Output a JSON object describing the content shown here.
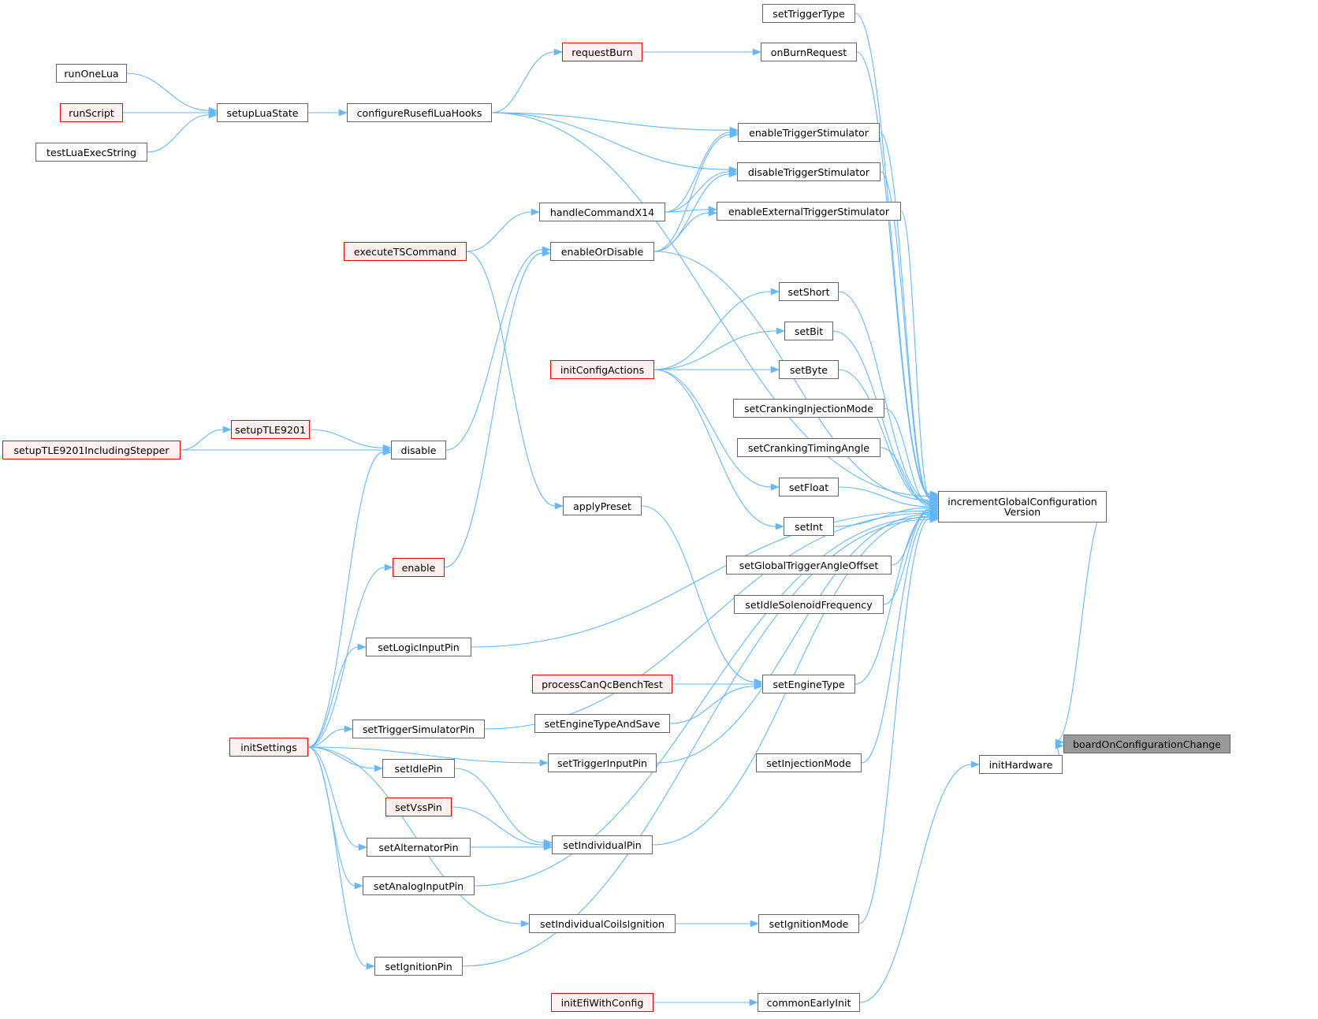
{
  "colors": {
    "edge": "#63b8ff",
    "node_border": "#666666",
    "truncated_border": "#ff0000",
    "truncated_fill": "#fff0f0",
    "focus_fill": "#999999"
  },
  "nodes": [
    {
      "id": "boardOnConfigurationChange",
      "label": "boardOnConfigurationChange",
      "style": "focus"
    },
    {
      "id": "incrementGlobalConfigurationVersion",
      "label": "incrementGlobalConfiguration\nVersion",
      "style": "normal"
    },
    {
      "id": "initHardware",
      "label": "initHardware",
      "style": "normal"
    },
    {
      "id": "commonEarlyInit",
      "label": "commonEarlyInit",
      "style": "normal"
    },
    {
      "id": "initEfiWithConfig",
      "label": "initEfiWithConfig",
      "style": "truncated"
    },
    {
      "id": "setTriggerType",
      "label": "setTriggerType",
      "style": "normal"
    },
    {
      "id": "onBurnRequest",
      "label": "onBurnRequest",
      "style": "normal"
    },
    {
      "id": "requestBurn",
      "label": "requestBurn",
      "style": "truncated"
    },
    {
      "id": "configureRusefiLuaHooks",
      "label": "configureRusefiLuaHooks",
      "style": "normal"
    },
    {
      "id": "setupLuaState",
      "label": "setupLuaState",
      "style": "normal"
    },
    {
      "id": "runOneLua",
      "label": "runOneLua",
      "style": "normal"
    },
    {
      "id": "runScript",
      "label": "runScript",
      "style": "truncated"
    },
    {
      "id": "testLuaExecString",
      "label": "testLuaExecString",
      "style": "normal"
    },
    {
      "id": "enableTriggerStimulator",
      "label": "enableTriggerStimulator",
      "style": "normal"
    },
    {
      "id": "disableTriggerStimulator",
      "label": "disableTriggerStimulator",
      "style": "normal"
    },
    {
      "id": "enableExternalTriggerStimulator",
      "label": "enableExternalTriggerStimulator",
      "style": "normal"
    },
    {
      "id": "handleCommandX14",
      "label": "handleCommandX14",
      "style": "normal"
    },
    {
      "id": "executeTSCommand",
      "label": "executeTSCommand",
      "style": "truncated"
    },
    {
      "id": "enableOrDisable",
      "label": "enableOrDisable",
      "style": "normal"
    },
    {
      "id": "setShort",
      "label": "setShort",
      "style": "normal"
    },
    {
      "id": "setBit",
      "label": "setBit",
      "style": "normal"
    },
    {
      "id": "setByte",
      "label": "setByte",
      "style": "normal"
    },
    {
      "id": "initConfigActions",
      "label": "initConfigActions",
      "style": "truncated"
    },
    {
      "id": "setCrankingInjectionMode",
      "label": "setCrankingInjectionMode",
      "style": "normal"
    },
    {
      "id": "setCrankingTimingAngle",
      "label": "setCrankingTimingAngle",
      "style": "normal"
    },
    {
      "id": "setFloat",
      "label": "setFloat",
      "style": "normal"
    },
    {
      "id": "setInt",
      "label": "setInt",
      "style": "normal"
    },
    {
      "id": "setGlobalTriggerAngleOffset",
      "label": "setGlobalTriggerAngleOffset",
      "style": "normal"
    },
    {
      "id": "setIdleSolenoidFrequency",
      "label": "setIdleSolenoidFrequency",
      "style": "normal"
    },
    {
      "id": "setupTLE9201",
      "label": "setupTLE9201",
      "style": "truncated"
    },
    {
      "id": "setupTLE9201IncludingStepper",
      "label": "setupTLE9201IncludingStepper",
      "style": "truncated"
    },
    {
      "id": "disable",
      "label": "disable",
      "style": "normal"
    },
    {
      "id": "applyPreset",
      "label": "applyPreset",
      "style": "normal"
    },
    {
      "id": "enable",
      "label": "enable",
      "style": "truncated"
    },
    {
      "id": "setLogicInputPin",
      "label": "setLogicInputPin",
      "style": "normal"
    },
    {
      "id": "processCanQcBenchTest",
      "label": "processCanQcBenchTest",
      "style": "truncated"
    },
    {
      "id": "setEngineType",
      "label": "setEngineType",
      "style": "normal"
    },
    {
      "id": "setEngineTypeAndSave",
      "label": "setEngineTypeAndSave",
      "style": "normal"
    },
    {
      "id": "setTriggerSimulatorPin",
      "label": "setTriggerSimulatorPin",
      "style": "normal"
    },
    {
      "id": "initSettings",
      "label": "initSettings",
      "style": "truncated"
    },
    {
      "id": "setTriggerInputPin",
      "label": "setTriggerInputPin",
      "style": "normal"
    },
    {
      "id": "setInjectionMode",
      "label": "setInjectionMode",
      "style": "normal"
    },
    {
      "id": "setIdlePin",
      "label": "setIdlePin",
      "style": "normal"
    },
    {
      "id": "setVssPin",
      "label": "setVssPin",
      "style": "truncated"
    },
    {
      "id": "setIndividualPin",
      "label": "setIndividualPin",
      "style": "normal"
    },
    {
      "id": "setAlternatorPin",
      "label": "setAlternatorPin",
      "style": "normal"
    },
    {
      "id": "setAnalogInputPin",
      "label": "setAnalogInputPin",
      "style": "normal"
    },
    {
      "id": "setIndividualCoilsIgnition",
      "label": "setIndividualCoilsIgnition",
      "style": "normal"
    },
    {
      "id": "setIgnitionMode",
      "label": "setIgnitionMode",
      "style": "normal"
    },
    {
      "id": "setIgnitionPin",
      "label": "setIgnitionPin",
      "style": "normal"
    }
  ],
  "edges": [
    [
      "incrementGlobalConfigurationVersion",
      "boardOnConfigurationChange"
    ],
    [
      "initHardware",
      "boardOnConfigurationChange"
    ],
    [
      "commonEarlyInit",
      "initHardware"
    ],
    [
      "initEfiWithConfig",
      "commonEarlyInit"
    ],
    [
      "setTriggerType",
      "incrementGlobalConfigurationVersion"
    ],
    [
      "onBurnRequest",
      "incrementGlobalConfigurationVersion"
    ],
    [
      "requestBurn",
      "onBurnRequest"
    ],
    [
      "configureRusefiLuaHooks",
      "requestBurn"
    ],
    [
      "configureRusefiLuaHooks",
      "incrementGlobalConfigurationVersion"
    ],
    [
      "configureRusefiLuaHooks",
      "enableTriggerStimulator"
    ],
    [
      "configureRusefiLuaHooks",
      "disableTriggerStimulator"
    ],
    [
      "setupLuaState",
      "configureRusefiLuaHooks"
    ],
    [
      "runOneLua",
      "setupLuaState"
    ],
    [
      "runScript",
      "setupLuaState"
    ],
    [
      "testLuaExecString",
      "setupLuaState"
    ],
    [
      "enableTriggerStimulator",
      "incrementGlobalConfigurationVersion"
    ],
    [
      "disableTriggerStimulator",
      "incrementGlobalConfigurationVersion"
    ],
    [
      "enableExternalTriggerStimulator",
      "incrementGlobalConfigurationVersion"
    ],
    [
      "handleCommandX14",
      "enableTriggerStimulator"
    ],
    [
      "handleCommandX14",
      "disableTriggerStimulator"
    ],
    [
      "handleCommandX14",
      "enableExternalTriggerStimulator"
    ],
    [
      "executeTSCommand",
      "handleCommandX14"
    ],
    [
      "executeTSCommand",
      "applyPreset"
    ],
    [
      "enableOrDisable",
      "enableTriggerStimulator"
    ],
    [
      "enableOrDisable",
      "disableTriggerStimulator"
    ],
    [
      "enableOrDisable",
      "enableExternalTriggerStimulator"
    ],
    [
      "enableOrDisable",
      "incrementGlobalConfigurationVersion"
    ],
    [
      "disable",
      "enableOrDisable"
    ],
    [
      "enable",
      "enableOrDisable"
    ],
    [
      "setShort",
      "incrementGlobalConfigurationVersion"
    ],
    [
      "setBit",
      "incrementGlobalConfigurationVersion"
    ],
    [
      "setByte",
      "incrementGlobalConfigurationVersion"
    ],
    [
      "initConfigActions",
      "setShort"
    ],
    [
      "initConfigActions",
      "setBit"
    ],
    [
      "initConfigActions",
      "setByte"
    ],
    [
      "initConfigActions",
      "setFloat"
    ],
    [
      "initConfigActions",
      "setInt"
    ],
    [
      "setCrankingInjectionMode",
      "incrementGlobalConfigurationVersion"
    ],
    [
      "setCrankingTimingAngle",
      "incrementGlobalConfigurationVersion"
    ],
    [
      "setFloat",
      "incrementGlobalConfigurationVersion"
    ],
    [
      "setInt",
      "incrementGlobalConfigurationVersion"
    ],
    [
      "setGlobalTriggerAngleOffset",
      "incrementGlobalConfigurationVersion"
    ],
    [
      "setIdleSolenoidFrequency",
      "incrementGlobalConfigurationVersion"
    ],
    [
      "setupTLE9201",
      "disable"
    ],
    [
      "setupTLE9201IncludingStepper",
      "setupTLE9201"
    ],
    [
      "setupTLE9201IncludingStepper",
      "disable"
    ],
    [
      "initSettings",
      "disable"
    ],
    [
      "initSettings",
      "enable"
    ],
    [
      "initSettings",
      "setLogicInputPin"
    ],
    [
      "initSettings",
      "setTriggerInputPin"
    ],
    [
      "initSettings",
      "setTriggerSimulatorPin"
    ],
    [
      "initSettings",
      "setIdlePin"
    ],
    [
      "initSettings",
      "setAlternatorPin"
    ],
    [
      "initSettings",
      "setAnalogInputPin"
    ],
    [
      "initSettings",
      "setIndividualCoilsIgnition"
    ],
    [
      "initSettings",
      "setIgnitionPin"
    ],
    [
      "applyPreset",
      "setEngineType"
    ],
    [
      "setLogicInputPin",
      "incrementGlobalConfigurationVersion"
    ],
    [
      "processCanQcBenchTest",
      "setEngineType"
    ],
    [
      "setEngineTypeAndSave",
      "setEngineType"
    ],
    [
      "setEngineType",
      "incrementGlobalConfigurationVersion"
    ],
    [
      "setTriggerSimulatorPin",
      "incrementGlobalConfigurationVersion"
    ],
    [
      "setTriggerInputPin",
      "incrementGlobalConfigurationVersion"
    ],
    [
      "setInjectionMode",
      "incrementGlobalConfigurationVersion"
    ],
    [
      "setIdlePin",
      "setIndividualPin"
    ],
    [
      "setVssPin",
      "setIndividualPin"
    ],
    [
      "setAlternatorPin",
      "setIndividualPin"
    ],
    [
      "setIndividualPin",
      "incrementGlobalConfigurationVersion"
    ],
    [
      "setAnalogInputPin",
      "incrementGlobalConfigurationVersion"
    ],
    [
      "setIndividualCoilsIgnition",
      "setIgnitionMode"
    ],
    [
      "setIgnitionMode",
      "incrementGlobalConfigurationVersion"
    ],
    [
      "setIgnitionPin",
      "incrementGlobalConfigurationVersion"
    ]
  ]
}
